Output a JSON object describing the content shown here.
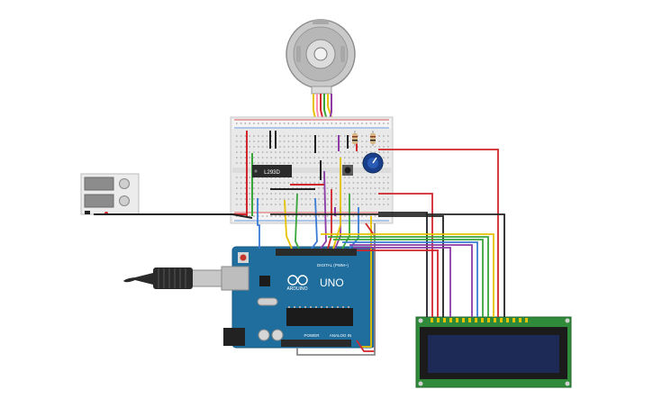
{
  "driver_chip": {
    "label": "L293D"
  },
  "arduino": {
    "brand": "ARDUINO",
    "model": "UNO",
    "digital_label": "DIGITAL (PWM~)",
    "power_label": "POWER",
    "analog_label": "ANALOG IN"
  },
  "colors": {
    "breadboard": "#e9e9e9",
    "arduino_board": "#1f6e9e",
    "lcd_board": "#2f8b3a",
    "lcd_screen": "#1d2a55",
    "wire_red": "#d1262b",
    "wire_black": "#222222",
    "wire_yellow": "#e6c300",
    "wire_green": "#3aa63a",
    "wire_blue": "#3b7bd6",
    "wire_purple": "#8b3aa6",
    "wire_gray": "#8a8a8a"
  },
  "icons": [
    "stepper-motor-icon",
    "usb-cable-icon",
    "potentiometer-icon",
    "push-button-icon"
  ]
}
